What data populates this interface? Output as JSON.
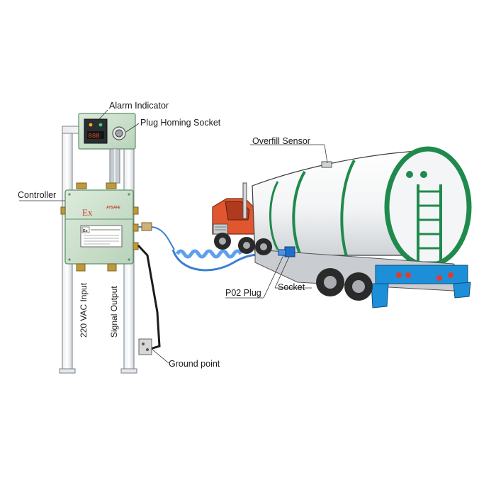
{
  "labels": {
    "alarm_indicator": "Alarm  Indicator",
    "plug_homing_socket": "Plug  Homing Socket",
    "overfill_sensor": "Overfill Sensor",
    "controller": "Controller",
    "p02_plug": "P02  Plug",
    "socket": "Socket",
    "ground_point": "Ground point",
    "vac_input": "220 VAC Input",
    "signal_output": "Signal Output"
  },
  "controller_box": {
    "ex_mark": "Ex",
    "brand": "AYSAFE",
    "plate_text": "Ex"
  },
  "colors": {
    "equipment_green": "#cfe3cf",
    "equipment_outline": "#5f8f6a",
    "tank_green": "#1f8a4c",
    "cab_red": "#e2562f",
    "cable_blue": "#3b7fd6",
    "ex_red": "#d7362a"
  }
}
